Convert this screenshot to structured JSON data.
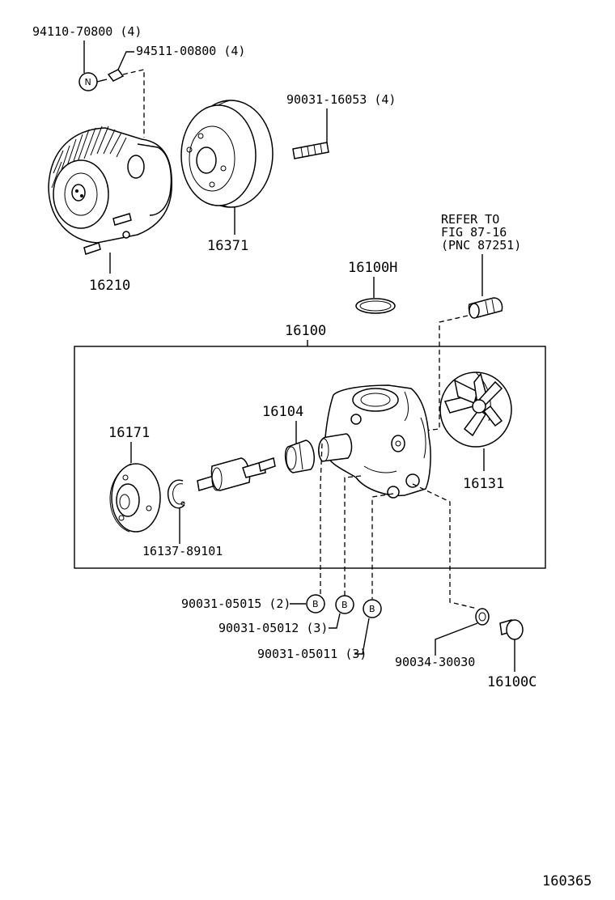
{
  "labels": {
    "p_94110": "94110-70800 (4)",
    "p_94511": "94511-00800 (4)",
    "p_90031_16053": "90031-16053 (4)",
    "p_16371": "16371",
    "p_16210": "16210",
    "refer_line1": "REFER TO",
    "refer_line2": "FIG 87-16",
    "refer_line3": "(PNC 87251)",
    "p_16100H": "16100H",
    "p_16100": "16100",
    "p_16104": "16104",
    "p_16171": "16171",
    "p_16131": "16131",
    "p_16137": "16137-89101",
    "p_90031_05015": "90031-05015 (2)",
    "p_90031_05012": "90031-05012 (3)",
    "p_90031_05011": "90031-05011 (3)",
    "p_90034": "90034-30030",
    "p_16100C": "16100C",
    "figure_no": "160365"
  },
  "markers": {
    "n": "N",
    "b": "B"
  }
}
